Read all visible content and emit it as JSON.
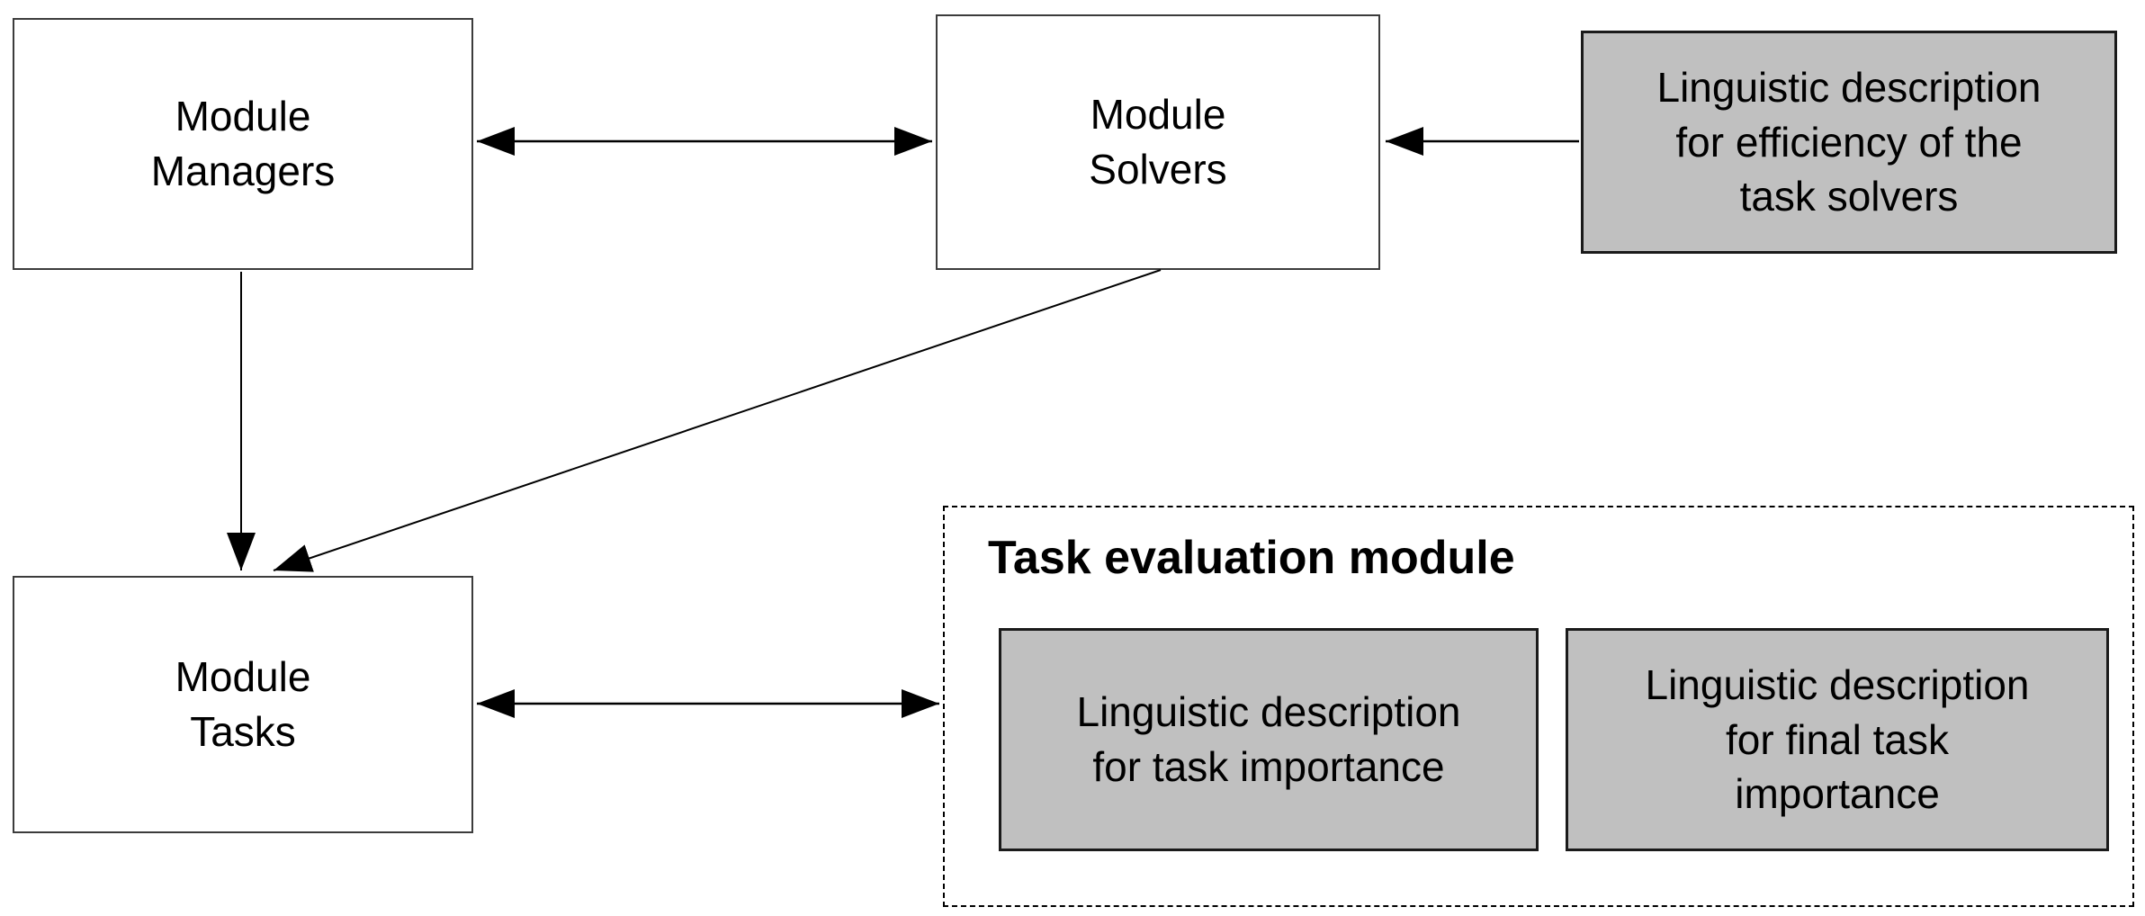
{
  "diagram": {
    "type": "block-diagram",
    "background_color": "#ffffff",
    "colors": {
      "module_box_fill": "#ffffff",
      "module_box_border": "#3c3c3c",
      "linguistic_box_fill": "#c0c0c0",
      "linguistic_box_border": "#1a1a1a",
      "dashed_container_border": "#000000",
      "arrow_color": "#000000",
      "text_color": "#000000"
    },
    "nodes": {
      "managers": {
        "label": "Module Managers",
        "lines": [
          "Module",
          "Managers"
        ]
      },
      "solvers": {
        "label": "Module Solvers",
        "lines": [
          "Module",
          "Solvers"
        ]
      },
      "efficiency": {
        "label": "Linguistic description for efficiency of the task solvers",
        "lines": [
          "Linguistic description",
          "for efficiency of the",
          "task solvers"
        ]
      },
      "tasks": {
        "label": "Module Tasks",
        "lines": [
          "Module",
          "Tasks"
        ]
      },
      "importance": {
        "label": "Linguistic description for task importance",
        "lines": [
          "Linguistic description",
          "for task importance"
        ]
      },
      "final": {
        "label": "Linguistic description for final task importance",
        "lines": [
          "Linguistic description",
          "for final task",
          "importance"
        ]
      }
    },
    "container": {
      "title": "Task evaluation module"
    },
    "edges": [
      {
        "from": "managers",
        "to": "solvers",
        "type": "bidirectional"
      },
      {
        "from": "efficiency",
        "to": "solvers",
        "type": "directed"
      },
      {
        "from": "managers",
        "to": "tasks",
        "type": "directed"
      },
      {
        "from": "solvers",
        "to": "tasks",
        "type": "directed"
      },
      {
        "from": "tasks",
        "to": "task_evaluation_module",
        "type": "bidirectional"
      }
    ]
  }
}
